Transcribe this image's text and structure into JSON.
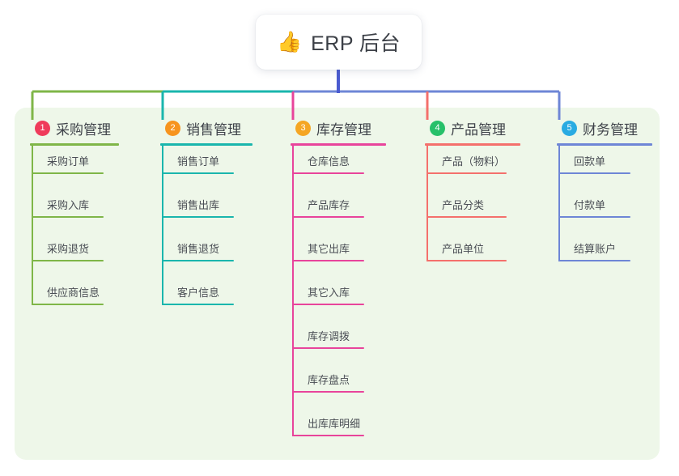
{
  "root": {
    "icon": "thumbs-up-emoji",
    "emoji": "👍",
    "title": "ERP 后台"
  },
  "theme": {
    "panel_bg": "#eef7e9",
    "card_bg": "#ffffff",
    "text": "#3f434a",
    "root_connector": "#4a5bd0"
  },
  "branches": [
    {
      "number": "1",
      "title": "采购管理",
      "badge_color": "#ef3b5b",
      "line_color": "#7fb648",
      "items": [
        {
          "label": "采购订单"
        },
        {
          "label": "采购入库"
        },
        {
          "label": "采购退货"
        },
        {
          "label": "供应商信息"
        }
      ]
    },
    {
      "number": "2",
      "title": "销售管理",
      "badge_color": "#f7941e",
      "line_color": "#1ab6ad",
      "items": [
        {
          "label": "销售订单"
        },
        {
          "label": "销售出库"
        },
        {
          "label": "销售退货"
        },
        {
          "label": "客户信息"
        }
      ]
    },
    {
      "number": "3",
      "title": "库存管理",
      "badge_color": "#f5a623",
      "line_color": "#e8449b",
      "items": [
        {
          "label": "仓库信息"
        },
        {
          "label": "产品库存"
        },
        {
          "label": "其它出库"
        },
        {
          "label": "其它入库"
        },
        {
          "label": "库存调拨"
        },
        {
          "label": "库存盘点"
        },
        {
          "label": "出库库明细"
        }
      ]
    },
    {
      "number": "4",
      "title": "产品管理",
      "badge_color": "#27c06a",
      "line_color": "#f4706c",
      "items": [
        {
          "label": "产品（物料）"
        },
        {
          "label": "产品分类"
        },
        {
          "label": "产品单位"
        }
      ]
    },
    {
      "number": "5",
      "title": "财务管理",
      "badge_color": "#29abe2",
      "line_color": "#6e86d6",
      "items": [
        {
          "label": "回款单"
        },
        {
          "label": "付款单"
        },
        {
          "label": "结算账户"
        }
      ]
    }
  ]
}
